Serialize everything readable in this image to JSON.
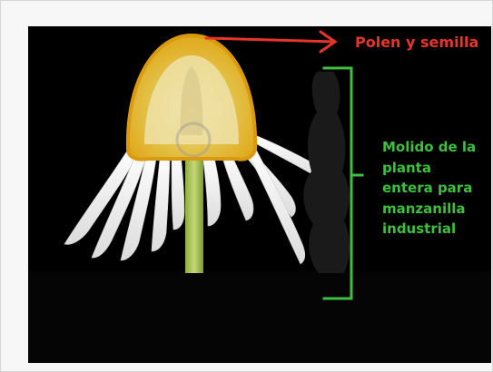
{
  "image": {
    "subject": "flower-cross-section",
    "background_color": "#000000",
    "colors": {
      "pollen_arrow": "#e8352c",
      "bracket": "#3fbf3f"
    }
  },
  "annotations": {
    "pollen_label": "Polen y semilla",
    "ground_label_lines": [
      "Molido de la",
      "planta",
      "entera para",
      "manzanilla",
      "industrial"
    ]
  }
}
